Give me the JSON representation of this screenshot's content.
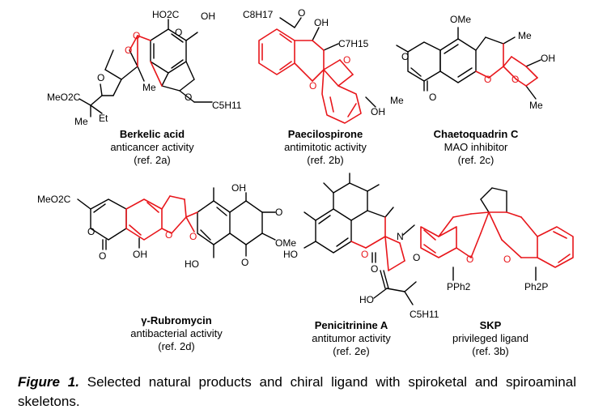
{
  "compounds": [
    {
      "name": "Berkelic acid",
      "activity": "anticancer activity",
      "ref": "(ref. 2a)",
      "atoms": [
        "HO2C",
        "OH",
        "O",
        "O",
        "O",
        "Me",
        "MeO2C",
        "O",
        "Me",
        "Et",
        "C5H11",
        "O"
      ]
    },
    {
      "name": "Paecilospirone",
      "activity": "antimitotic activity",
      "ref": "(ref. 2b)",
      "atoms": [
        "C8H17",
        "O",
        "OH",
        "C7H15",
        "O",
        "O",
        "OH"
      ]
    },
    {
      "name": "Chaetoquadrin C",
      "activity": "MAO inhibitor",
      "ref": "(ref. 2c)",
      "atoms": [
        "OMe",
        "Me",
        "OH",
        "O",
        "O",
        "O",
        "Me",
        "O",
        "Me"
      ]
    },
    {
      "name": "γ-Rubromycin",
      "activity": "antibacterial activity",
      "ref": "(ref. 2d)",
      "atoms": [
        "MeO2C",
        "OH",
        "O",
        "O",
        "O",
        "O",
        "O",
        "OH",
        "HO",
        "O",
        "OMe"
      ]
    },
    {
      "name": "Penicitrinine A",
      "activity": "antitumor activity",
      "ref": "(ref. 2e)",
      "atoms": [
        "HO",
        "O",
        "N",
        "O",
        "O",
        "HO",
        "C5H11"
      ]
    },
    {
      "name": "SKP",
      "activity": "privileged ligand",
      "ref": "(ref. 3b)",
      "atoms": [
        "O",
        "O",
        "PPh2",
        "Ph2P"
      ]
    }
  ],
  "caption": {
    "label": "Figure 1.",
    "text": " Selected natural products and chiral ligand with spiroketal and spiroaminal skeletons."
  }
}
